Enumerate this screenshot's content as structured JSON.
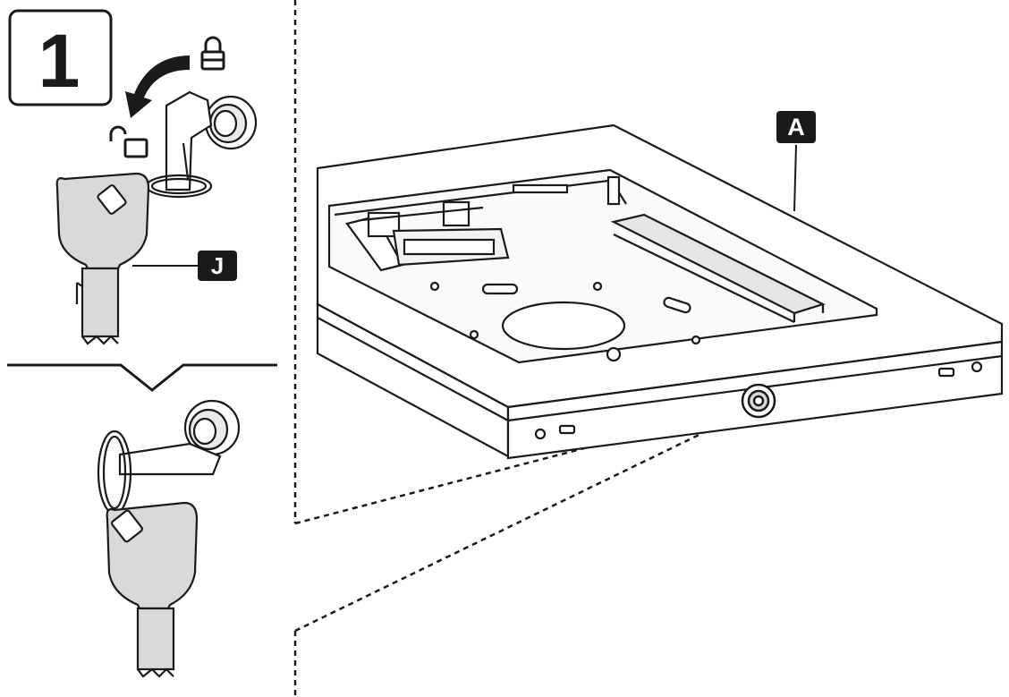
{
  "step": {
    "number": "1"
  },
  "labels": {
    "unit": "A",
    "key": "J"
  },
  "icons": [
    "lock-closed-icon",
    "lock-open-icon",
    "rotate-arrow-icon"
  ],
  "colors": {
    "ink": "#1a1a1a",
    "key_fill": "#d9d9d9",
    "label_bg": "#1a1a1a",
    "label_text": "#ffffff"
  }
}
